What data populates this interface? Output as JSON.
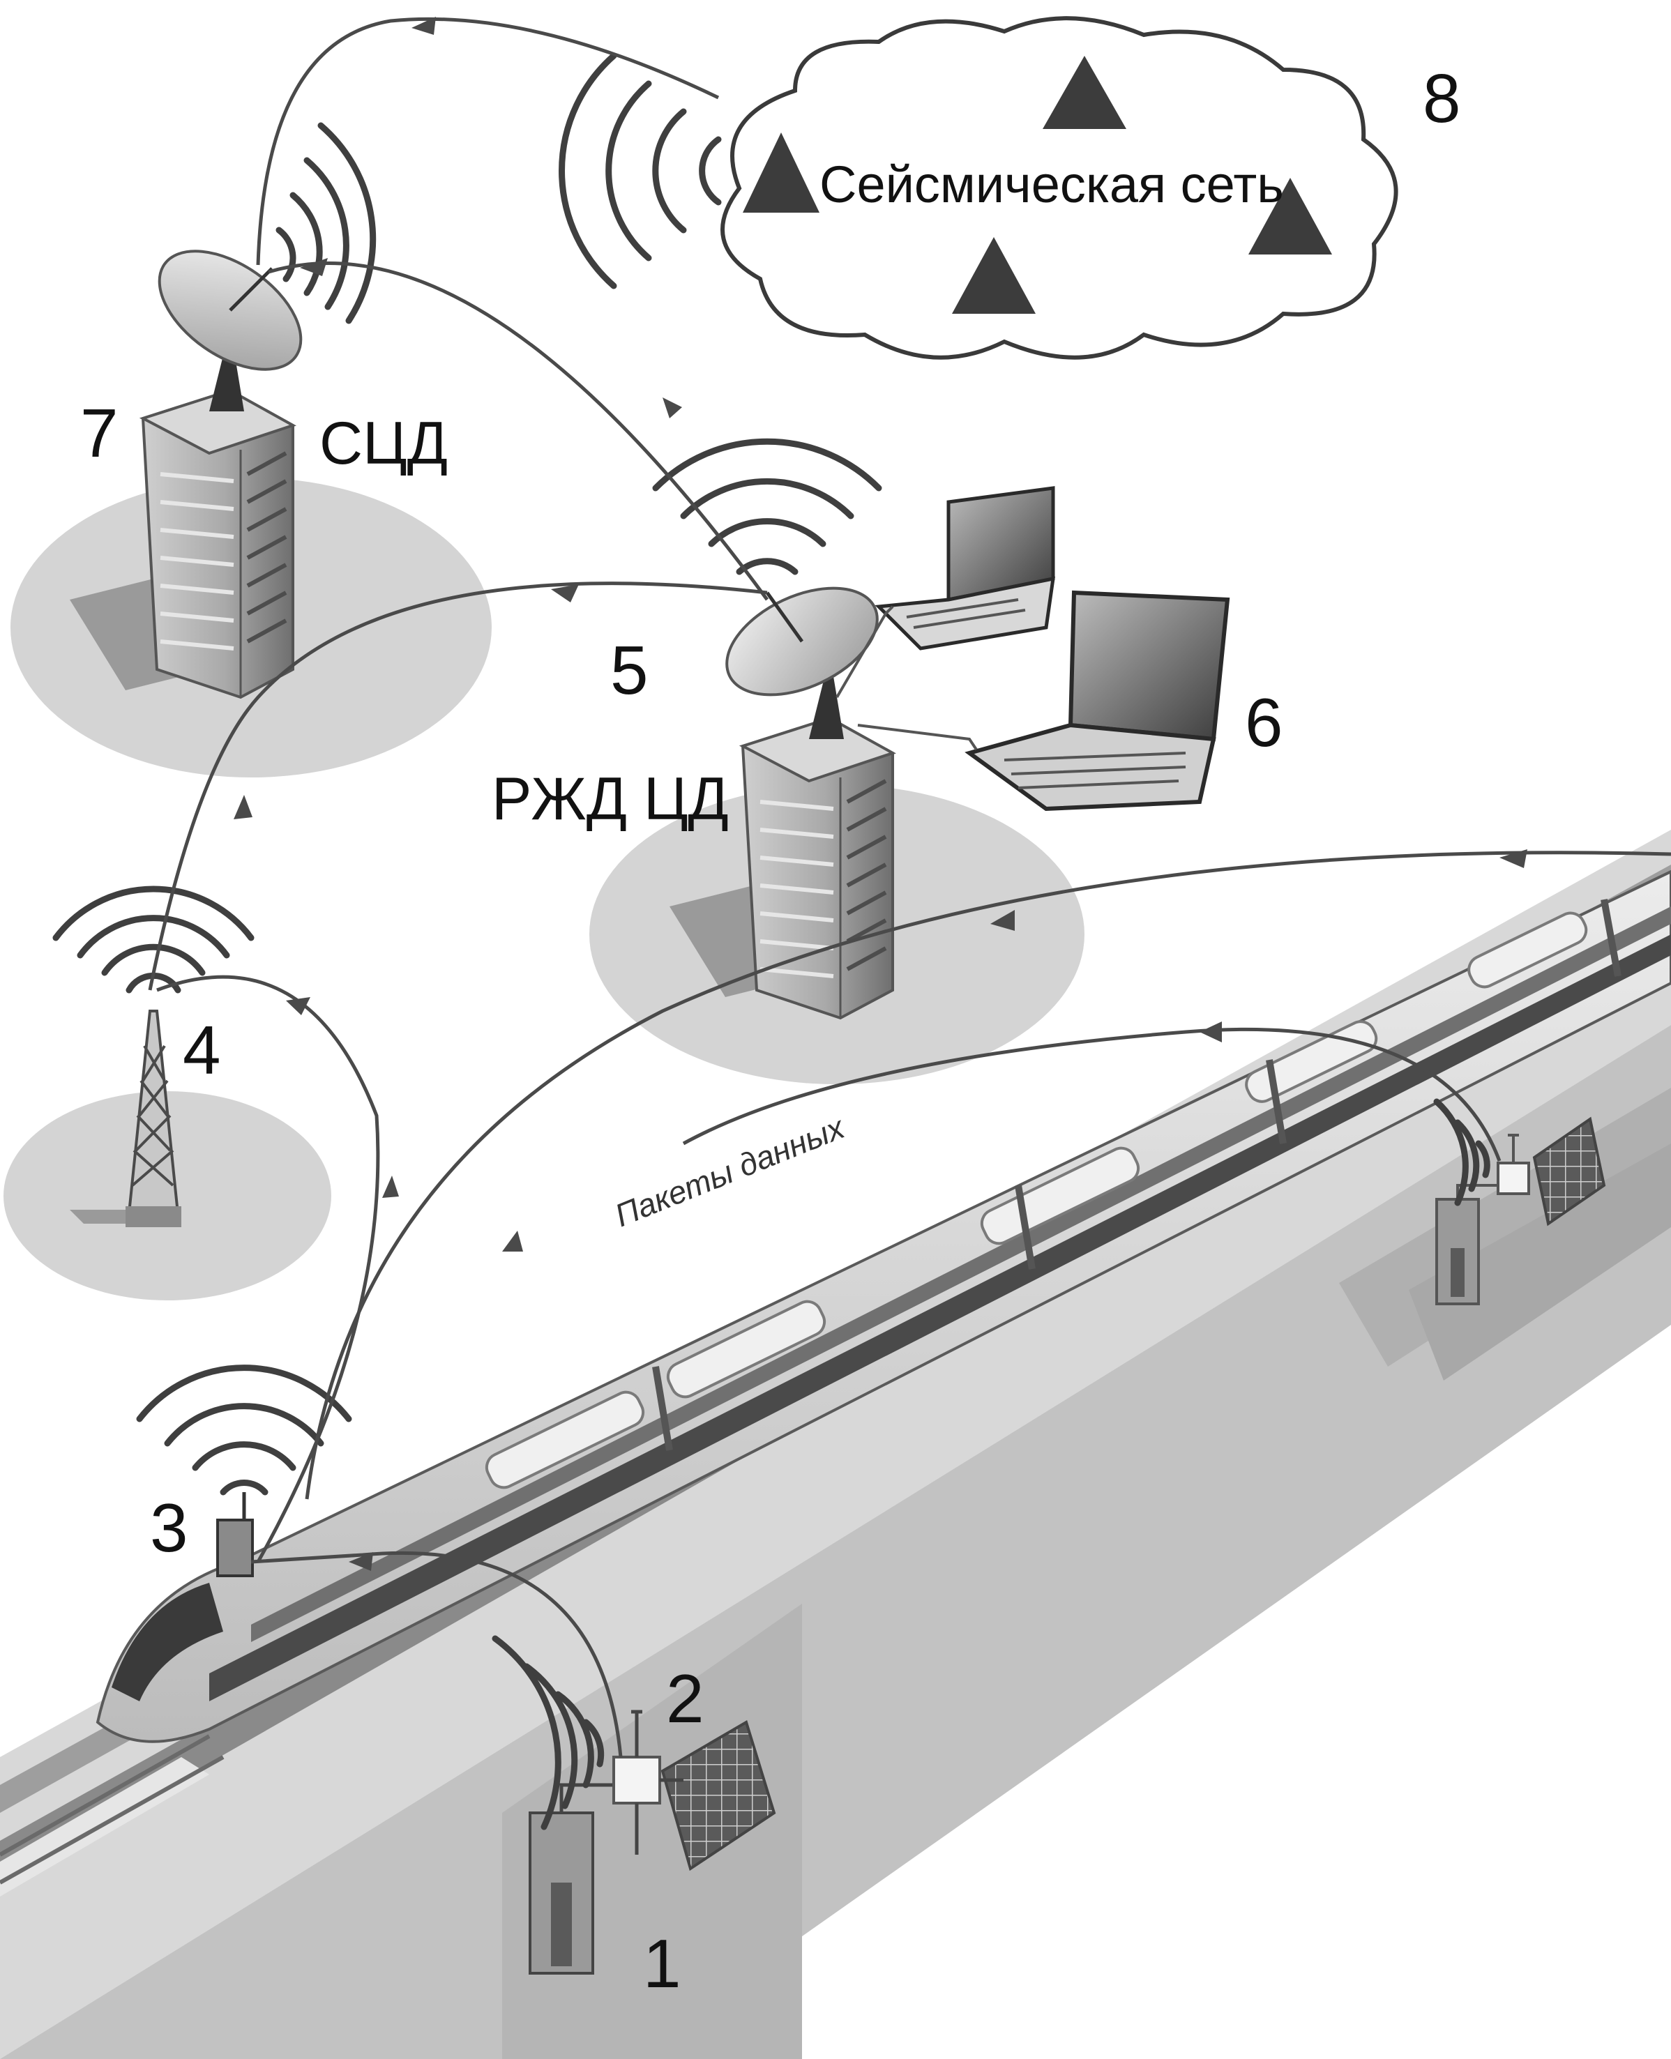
{
  "labels": {
    "n1": "1",
    "n2": "2",
    "n3": "3",
    "n4": "4",
    "n5": "5",
    "n6": "6",
    "n7": "7",
    "n8": "8",
    "sdc": "СЦД",
    "rzd_dc": "РЖД ЦД",
    "seismic_network": "Сейсмическая сеть",
    "data_packets": "Пакеты данных"
  },
  "colors": {
    "background": "#ffffff",
    "ground_shadow": "#d4d4d4",
    "embankment_top": "#d8d8d8",
    "embankment_side": "#bdbdbd",
    "building": "#9a9a9a",
    "train_body": "#cfcfcf",
    "train_stripe": "#4a4a4a",
    "link_line": "#4a4a4a",
    "triangle": "#3c3c3c"
  },
  "icons": [
    "seismic-sensor-icon",
    "transmitter-box-icon",
    "solar-panel-icon",
    "train-icon",
    "radio-tower-icon",
    "satellite-dish-icon",
    "office-building-icon",
    "laptop-icon",
    "cloud-icon",
    "seismic-station-triangle-icon",
    "radio-waves-icon"
  ]
}
